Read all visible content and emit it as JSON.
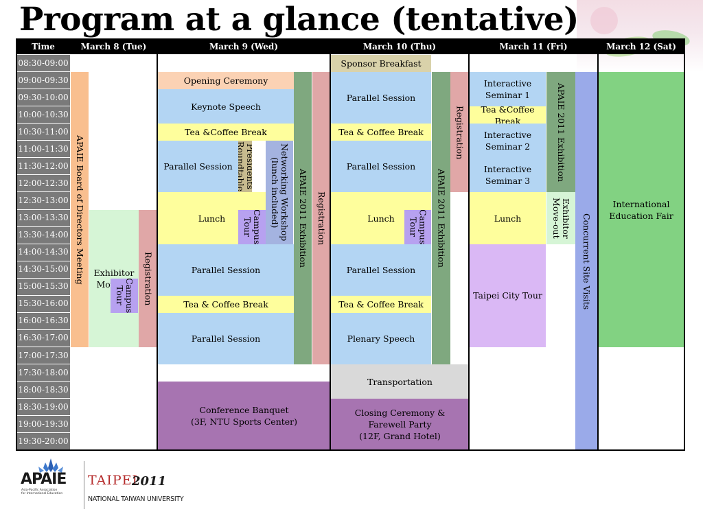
{
  "title": "Program at a glance (tentative)",
  "headers": [
    "Time",
    "March 8 (Tue)",
    "March 9 (Wed)",
    "March 10 (Thu)",
    "March 11 (Fri)",
    "March 12 (Sat)"
  ],
  "times": [
    "08:30-09:00",
    "09:00-09:30",
    "09:30-10:00",
    "10:00-10:30",
    "10:30-11:00",
    "11:00-11:30",
    "11:30-12:00",
    "12:00-12:30",
    "12:30-13:00",
    "13:00-13:30",
    "13:30-14:00",
    "14:00-14:30",
    "14:30-15:00",
    "15:00-15:30",
    "15:30-16:00",
    "16:00-16:30",
    "16:30-17:00",
    "17:00-17:30",
    "17:30-18:00",
    "18:00-18:30",
    "18:30-19:00",
    "19:00-19:30",
    "19:30-20:00"
  ],
  "events": [
    {
      "day": "March 8 (Tue)",
      "label": "APAIE Board of Directors Meeting",
      "start": "09:00",
      "end": "17:00",
      "color": "#f9bf8f",
      "vertical": true
    },
    {
      "day": "March 8 (Tue)",
      "label": "Exhibitor\nMove-in",
      "start": "13:00",
      "end": "17:00",
      "color": "#d6f5d6"
    },
    {
      "day": "March 8 (Tue)",
      "label": "Campus\nTour",
      "start": "15:00",
      "end": "16:00",
      "color": "#b7a1f0",
      "vertical": true
    },
    {
      "day": "March 8 (Tue)",
      "label": "Registration",
      "start": "13:00",
      "end": "17:00",
      "color": "#e0a7a7",
      "vertical": true
    },
    {
      "day": "March 9 (Wed)",
      "label": "Opening Ceremony",
      "start": "09:00",
      "end": "09:30",
      "color": "#fbd2b4"
    },
    {
      "day": "March 9 (Wed)",
      "label": "Keynote Speech",
      "start": "09:30",
      "end": "10:30",
      "color": "#b3d5f3"
    },
    {
      "day": "March 9 (Wed)",
      "label": "Tea &Coffee Break",
      "start": "10:30",
      "end": "11:00",
      "color": "#fefe9c"
    },
    {
      "day": "March 9 (Wed)",
      "label": "Parallel Session",
      "start": "11:00",
      "end": "12:30",
      "color": "#b3d5f3"
    },
    {
      "day": "March 9 (Wed)",
      "label": "Presidents\nRoundtable",
      "start": "11:00",
      "end": "12:30",
      "color": "#c7bb8f",
      "vertical": true
    },
    {
      "day": "March 9 (Wed)",
      "label": "Networking Workshop\n(lunch included)",
      "start": "11:00",
      "end": "14:00",
      "color": "#a4b3e0",
      "vertical": true
    },
    {
      "day": "March 9 (Wed)",
      "label": "Lunch",
      "start": "12:30",
      "end": "14:00",
      "color": "#fefe9c"
    },
    {
      "day": "March 9 (Wed)",
      "label": "Campus\nTour",
      "start": "13:00",
      "end": "14:00",
      "color": "#b7a1f0",
      "vertical": true
    },
    {
      "day": "March 9 (Wed)",
      "label": "APAIE 2011 Exhibition",
      "start": "09:00",
      "end": "17:30",
      "color": "#7fa87f",
      "vertical": true
    },
    {
      "day": "March 9 (Wed)",
      "label": "Registration",
      "start": "09:00",
      "end": "17:30",
      "color": "#e0a7a7",
      "vertical": true
    },
    {
      "day": "March 9 (Wed)",
      "label": "Parallel Session",
      "start": "14:00",
      "end": "15:30",
      "color": "#b3d5f3"
    },
    {
      "day": "March 9 (Wed)",
      "label": "Tea & Coffee Break",
      "start": "15:30",
      "end": "16:00",
      "color": "#fefe9c"
    },
    {
      "day": "March 9 (Wed)",
      "label": "Parallel Session",
      "start": "16:00",
      "end": "17:30",
      "color": "#b3d5f3"
    },
    {
      "day": "March 9 (Wed)",
      "label": "Conference  Banquet\n(3F, NTU Sports Center)",
      "start": "18:00",
      "end": "20:00",
      "color": "#a774b1"
    },
    {
      "day": "March 10 (Thu)",
      "label": "Sponsor Breakfast",
      "start": "08:30",
      "end": "09:00",
      "color": "#d9d2aa"
    },
    {
      "day": "March 10 (Thu)",
      "label": "Parallel Session",
      "start": "09:00",
      "end": "10:30",
      "color": "#b3d5f3"
    },
    {
      "day": "March 10 (Thu)",
      "label": "Tea & Coffee Break",
      "start": "10:30",
      "end": "11:00",
      "color": "#fefe9c"
    },
    {
      "day": "March 10 (Thu)",
      "label": "Parallel Session",
      "start": "11:00",
      "end": "12:30",
      "color": "#b3d5f3"
    },
    {
      "day": "March 10 (Thu)",
      "label": "Lunch",
      "start": "12:30",
      "end": "14:00",
      "color": "#fefe9c"
    },
    {
      "day": "March 10 (Thu)",
      "label": "Campus\nTour",
      "start": "13:00",
      "end": "14:00",
      "color": "#b7a1f0",
      "vertical": true
    },
    {
      "day": "March 10 (Thu)",
      "label": "APAIE 2011 Exhibition",
      "start": "09:00",
      "end": "17:30",
      "color": "#7fa87f",
      "vertical": true
    },
    {
      "day": "March 10 (Thu)",
      "label": "Registration",
      "start": "09:00",
      "end": "12:30",
      "color": "#e0a7a7",
      "vertical": true
    },
    {
      "day": "March 10 (Thu)",
      "label": "Parallel Session",
      "start": "14:00",
      "end": "15:30",
      "color": "#b3d5f3"
    },
    {
      "day": "March 10 (Thu)",
      "label": "Tea & Coffee Break",
      "start": "15:30",
      "end": "16:00",
      "color": "#fefe9c"
    },
    {
      "day": "March 10 (Thu)",
      "label": "Plenary Speech",
      "start": "16:00",
      "end": "17:30",
      "color": "#b3d5f3"
    },
    {
      "day": "March 10 (Thu)",
      "label": "Transportation",
      "start": "17:30",
      "end": "18:30",
      "color": "#d9d9d9"
    },
    {
      "day": "March 10 (Thu)",
      "label": "Closing Ceremony &\nFarewell Party\n(12F, Grand Hotel)",
      "start": "18:30",
      "end": "20:00",
      "color": "#a774b1"
    },
    {
      "day": "March 11 (Fri)",
      "label": "Interactive\nSeminar 1",
      "start": "09:00",
      "end": "10:00",
      "color": "#b3d5f3"
    },
    {
      "day": "March 11 (Fri)",
      "label": "Tea &Coffee\nBreak",
      "start": "10:00",
      "end": "10:30",
      "color": "#fefe9c"
    },
    {
      "day": "March 11 (Fri)",
      "label": "Interactive\nSeminar 2",
      "start": "10:30",
      "end": "11:30",
      "color": "#b3d5f3"
    },
    {
      "day": "March 11 (Fri)",
      "label": "Interactive\nSeminar 3",
      "start": "11:30",
      "end": "12:30",
      "color": "#b3d5f3"
    },
    {
      "day": "March 11 (Fri)",
      "label": "APAIE 2011 Exhibition",
      "start": "09:00",
      "end": "12:30",
      "color": "#7fa87f",
      "vertical": true
    },
    {
      "day": "March 11 (Fri)",
      "label": "Lunch",
      "start": "12:30",
      "end": "14:00",
      "color": "#fefe9c"
    },
    {
      "day": "March 11 (Fri)",
      "label": "Exhibitor\nMove-out",
      "start": "12:30",
      "end": "14:00",
      "color": "#d6f5d6",
      "vertical": true
    },
    {
      "day": "March 11 (Fri)",
      "label": "Taipei City Tour",
      "start": "14:00",
      "end": "17:00",
      "color": "#dab8f5"
    },
    {
      "day": "March 11 (Fri)",
      "label": "Concurrent Site Visits",
      "start": "09:00",
      "end": "20:00",
      "color": "#9aaae9",
      "vertical": true
    },
    {
      "day": "March 12 (Sat)",
      "label": "International\nEducation Fair",
      "start": "09:00",
      "end": "17:00",
      "color": "#82d282"
    }
  ],
  "logos": {
    "apaie_word": "APAIE",
    "apaie_sub": "Asia-Pacific Association\nfor International Education",
    "taipei_word": "TAIPEI",
    "taipei_year": "2011",
    "taipei_uni": "NATIONAL TAIWAN UNIVERSITY"
  },
  "colors": {
    "header_bg": "#000000",
    "time_bg": "#7a7a7a"
  }
}
